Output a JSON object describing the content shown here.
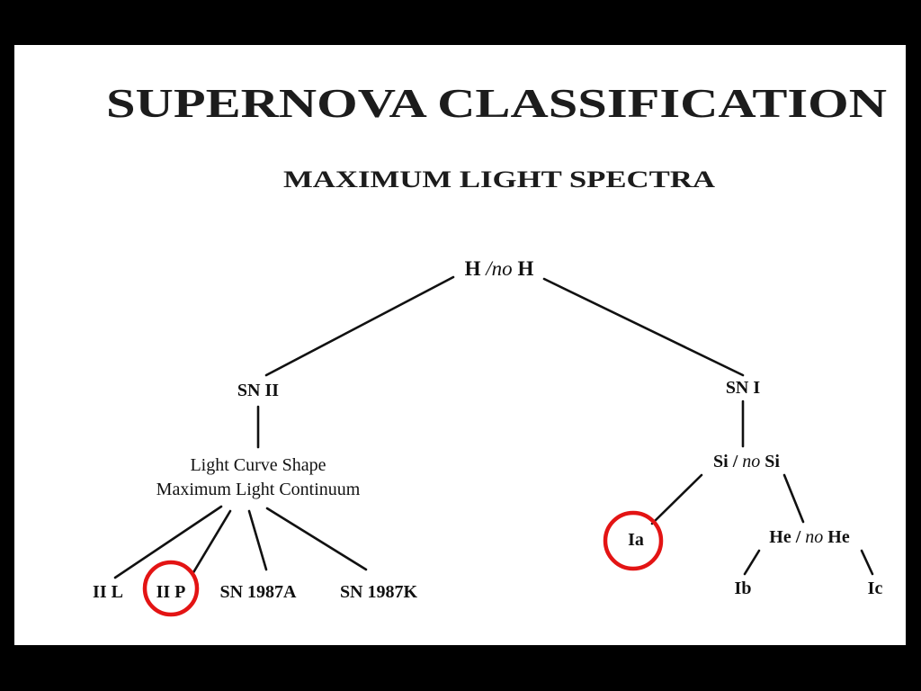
{
  "title": "SUPERNOVA  CLASSIFICATION",
  "subtitle": "MAXIMUM LIGHT SPECTRA",
  "nodes": {
    "root": {
      "pre": "H ",
      "em": "/no",
      "post": "  H"
    },
    "sn2": "SN II",
    "sn1": "SN I",
    "criteria_line1": "Light Curve Shape",
    "criteria_line2": "Maximum Light Continuum",
    "si": {
      "pre": "Si / ",
      "em": "no",
      "post": " Si"
    },
    "he": {
      "pre": "He / ",
      "em": "no",
      "post": "  He"
    },
    "IIL": "II L",
    "IIP": "II P",
    "sn1987a": "SN 1987A",
    "sn1987k": "SN 1987K",
    "Ia": "Ia",
    "Ib": "Ib",
    "Ic": "Ic"
  },
  "highlight_color": "#e31414",
  "highlighted": [
    "II P",
    "Ia"
  ]
}
